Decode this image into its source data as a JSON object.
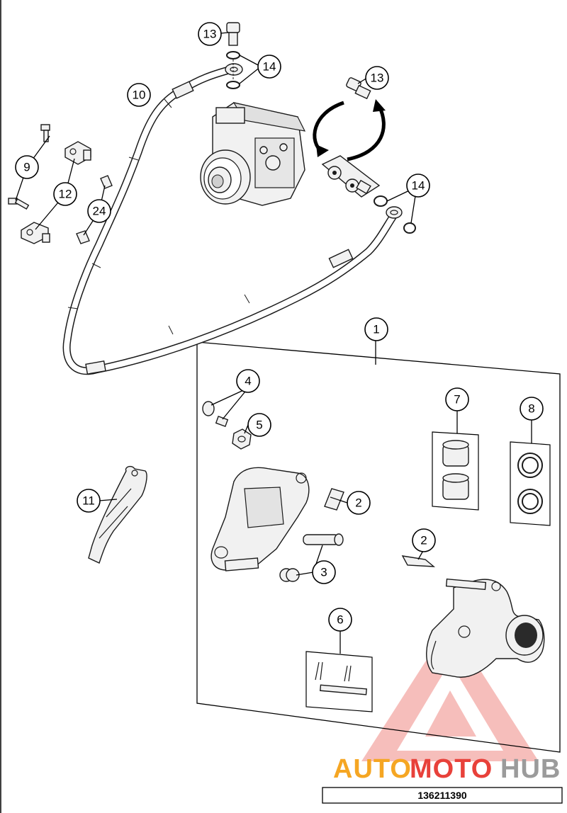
{
  "callouts": {
    "c1": "1",
    "c2a": "2",
    "c2b": "2",
    "c3": "3",
    "c4": "4",
    "c5": "5",
    "c6": "6",
    "c7": "7",
    "c8": "8",
    "c9": "9",
    "c10": "10",
    "c11": "11",
    "c12": "12",
    "c13a": "13",
    "c13b": "13",
    "c14a": "14",
    "c14b": "14",
    "c24": "24"
  },
  "watermark": {
    "part1": "AUTO",
    "part2": "MOTO",
    "part3": "HUB",
    "color_orange": "#f5a623",
    "color_red": "#e8413a",
    "color_grey": "#9b9b9b"
  },
  "reference_number": "136211390"
}
